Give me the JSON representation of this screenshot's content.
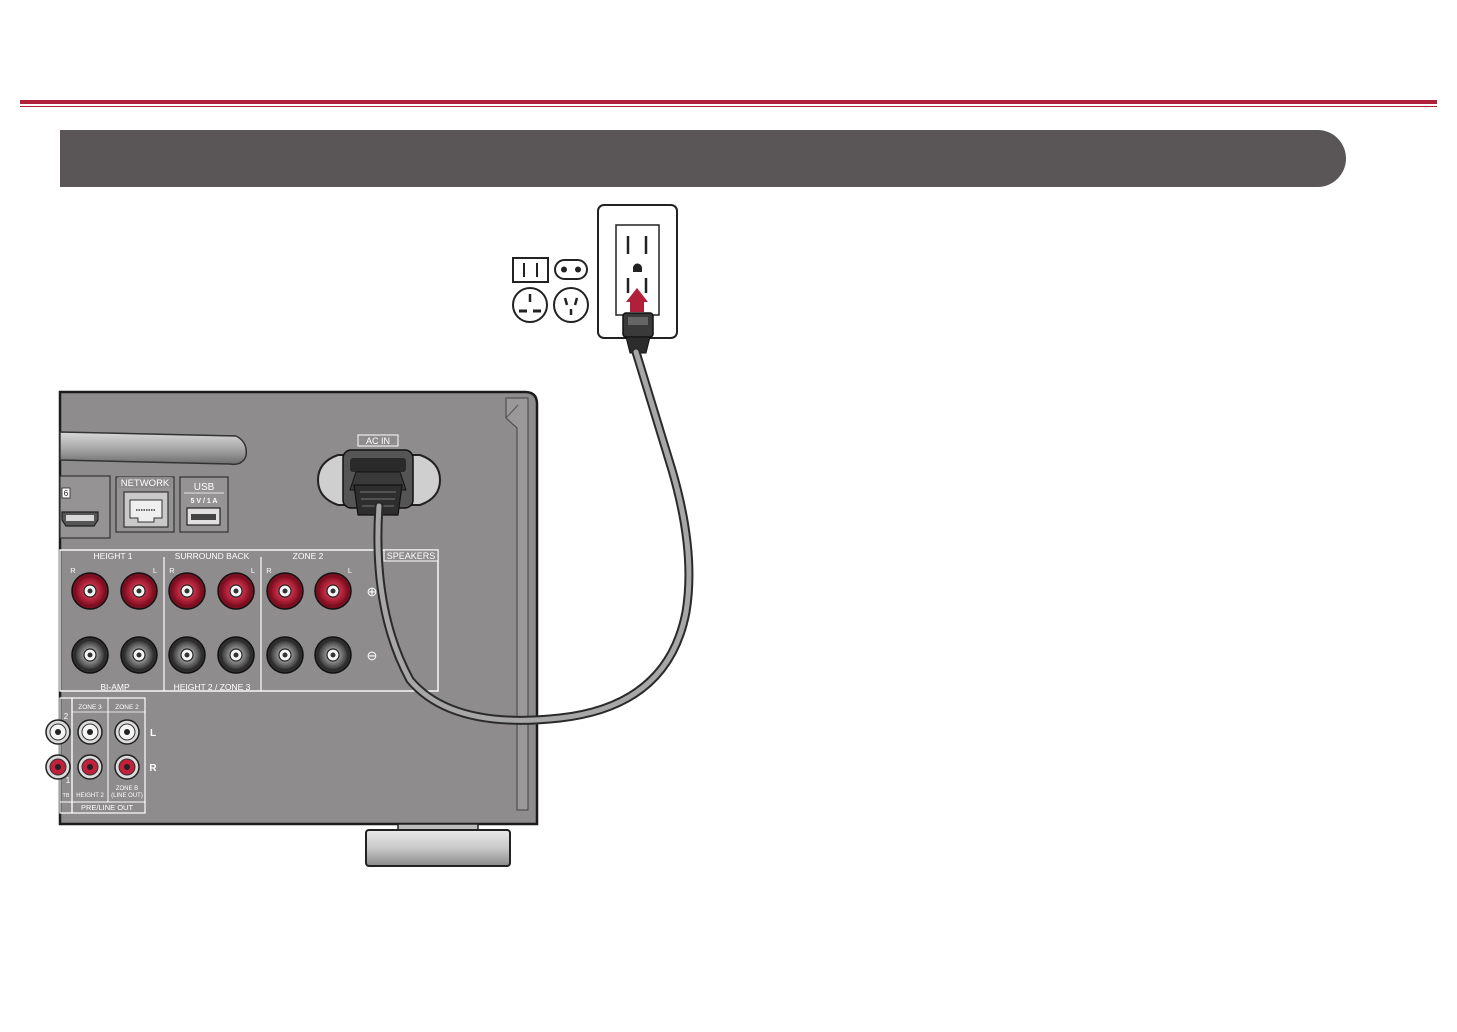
{
  "section": {
    "title": ""
  },
  "receiver": {
    "ac_in": "AC IN",
    "network": "NETWORK",
    "usb": "USB",
    "usb_rating": "5 V / 1 A",
    "hdmi_number": "6",
    "speakers": {
      "group_height1": "HEIGHT 1",
      "group_surround_back": "SURROUND BACK",
      "group_zone2": "ZONE 2",
      "group_speakers": "SPEAKERS",
      "bi_amp": "BI-AMP",
      "height2_zone3": "HEIGHT 2 / ZONE 3",
      "r": "R",
      "l": "L",
      "plus": "⊕",
      "minus": "⊖"
    },
    "preout": {
      "zone3": "ZONE 3",
      "zone2": "ZONE 2",
      "l": "L",
      "r": "R",
      "num2": "2",
      "num1": "1",
      "height2": "HEIGHT 2",
      "zoneb": "ZONE B",
      "line_out": "(LINE OUT)",
      "pre_line_out": "PRE/LINE OUT",
      "sub_tb": "TB"
    }
  },
  "colors": {
    "accent": "#b0203a",
    "bar": "#5a5657",
    "panel": "#8e8c8d",
    "terminal_red": "#c41f3b"
  }
}
